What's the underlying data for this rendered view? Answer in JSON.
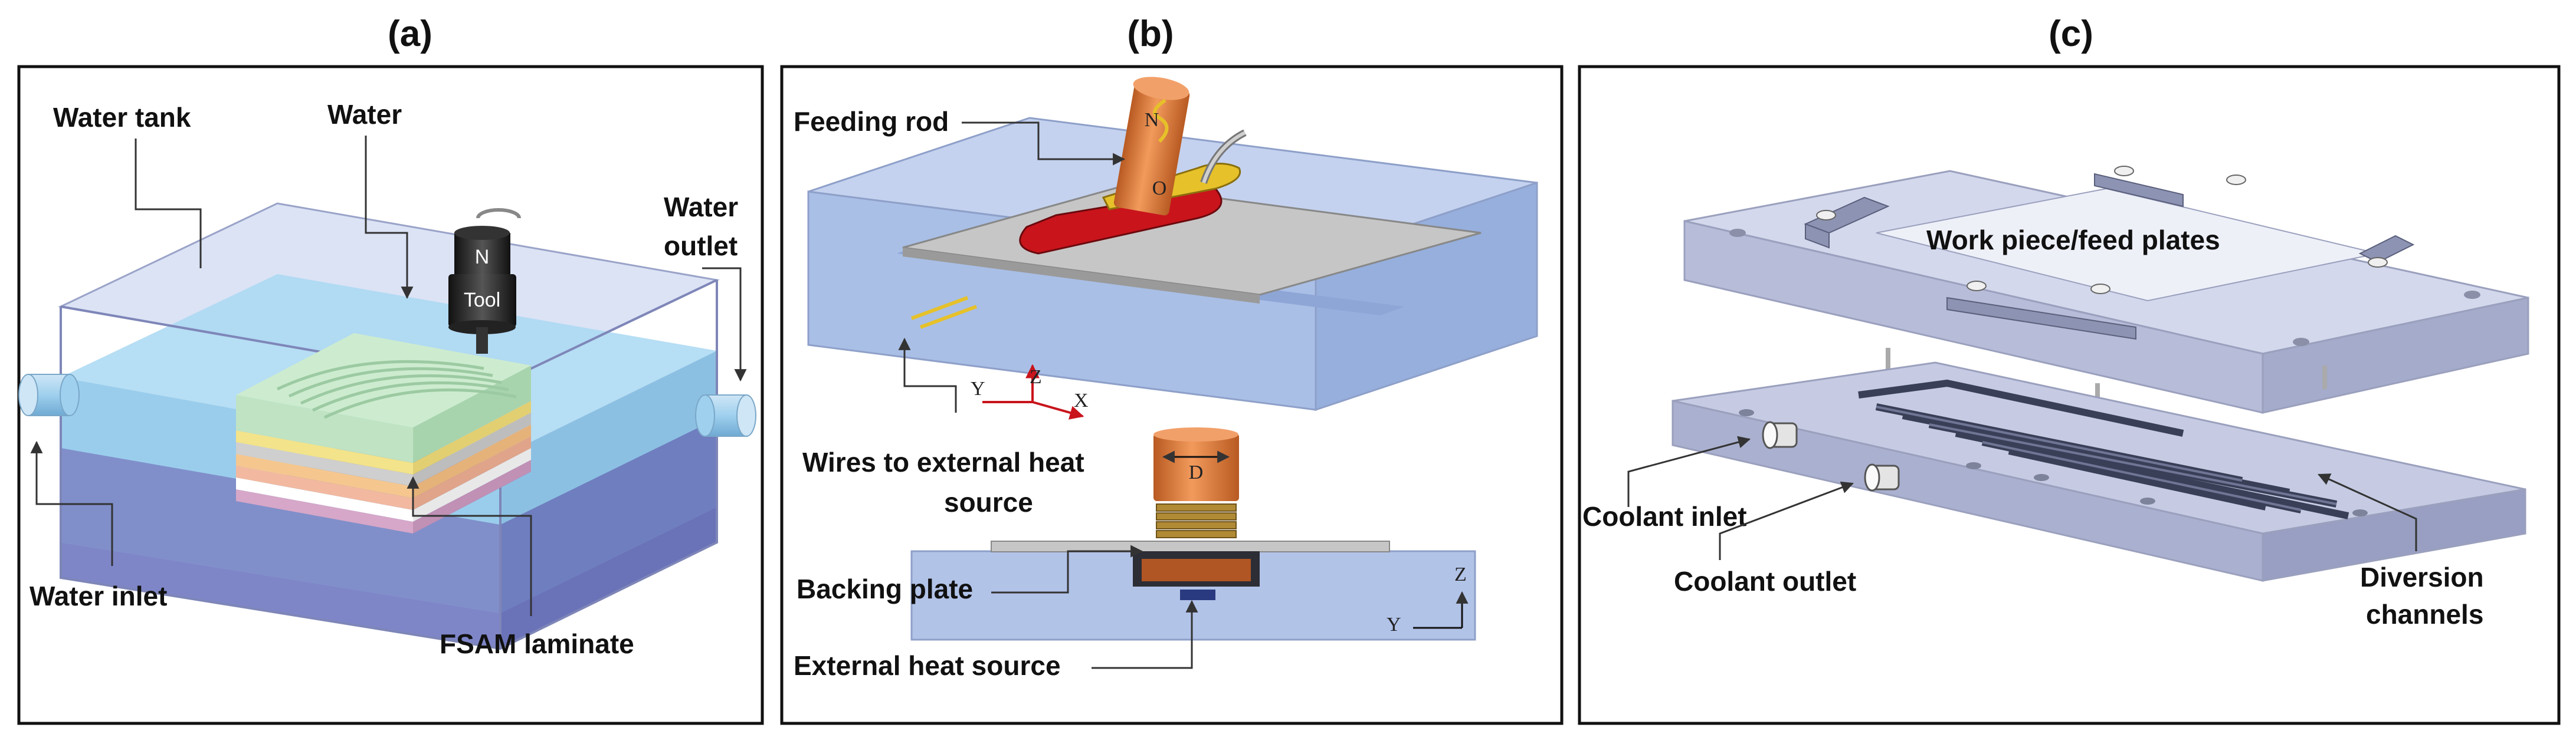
{
  "panels": {
    "a": {
      "label": "(a)",
      "tank_label": "Water tank",
      "water_label": "Water",
      "outlet_label_line1": "Water",
      "outlet_label_line2": "outlet",
      "inlet_label": "Water inlet",
      "laminate_label": "FSAM laminate",
      "tool_pole": "N",
      "tool_text": "Tool"
    },
    "b": {
      "label": "(b)",
      "rod_label": "Feeding rod",
      "wires_label_line1": "Wires to external heat",
      "wires_label_line2": "source",
      "backing_label": "Backing plate",
      "heat_label": "External heat source",
      "rod_n": "N",
      "rod_o": "O",
      "dim_d": "D",
      "axis_x": "X",
      "axis_y": "Y",
      "axis_z": "Z",
      "axis2_z": "Z",
      "axis2_y": "Y"
    },
    "c": {
      "label": "(c)",
      "plates_label": "Work piece/feed  plates",
      "coolant_inlet_label": "Coolant inlet",
      "coolant_outlet_label": "Coolant outlet",
      "diversion_label_line1": "Diversion",
      "diversion_label_line2": "channels"
    }
  },
  "colors": {
    "water": "#8fc8ea",
    "tank_base": "#7f86c8",
    "plate_blue": "#a9bfe6",
    "copper": "#e07a3a",
    "red_layer": "#c9141c",
    "yellow_layer": "#e6c12a",
    "steel": "#a7b0c8"
  }
}
